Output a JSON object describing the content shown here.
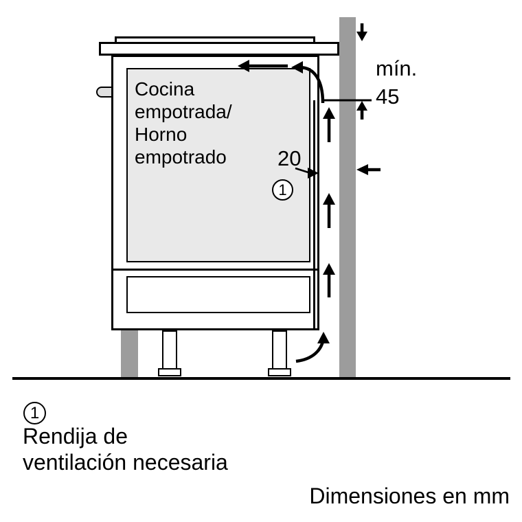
{
  "diagram": {
    "oven_label_lines": [
      "Cocina",
      "empotrada/",
      "Horno",
      "empotrado"
    ],
    "dimensions": {
      "min_label": "mín.",
      "min_value": "45",
      "gap_value": "20"
    },
    "callout": {
      "number": "1"
    },
    "legend": {
      "number": "1",
      "line1": "Rendija de",
      "line2": "ventilación necesaria"
    },
    "footer_note": "Dimensiones en mm",
    "colors": {
      "wall": "#9c9c9c",
      "oven_fill": "#e9e9e9",
      "ink": "#000000"
    }
  }
}
